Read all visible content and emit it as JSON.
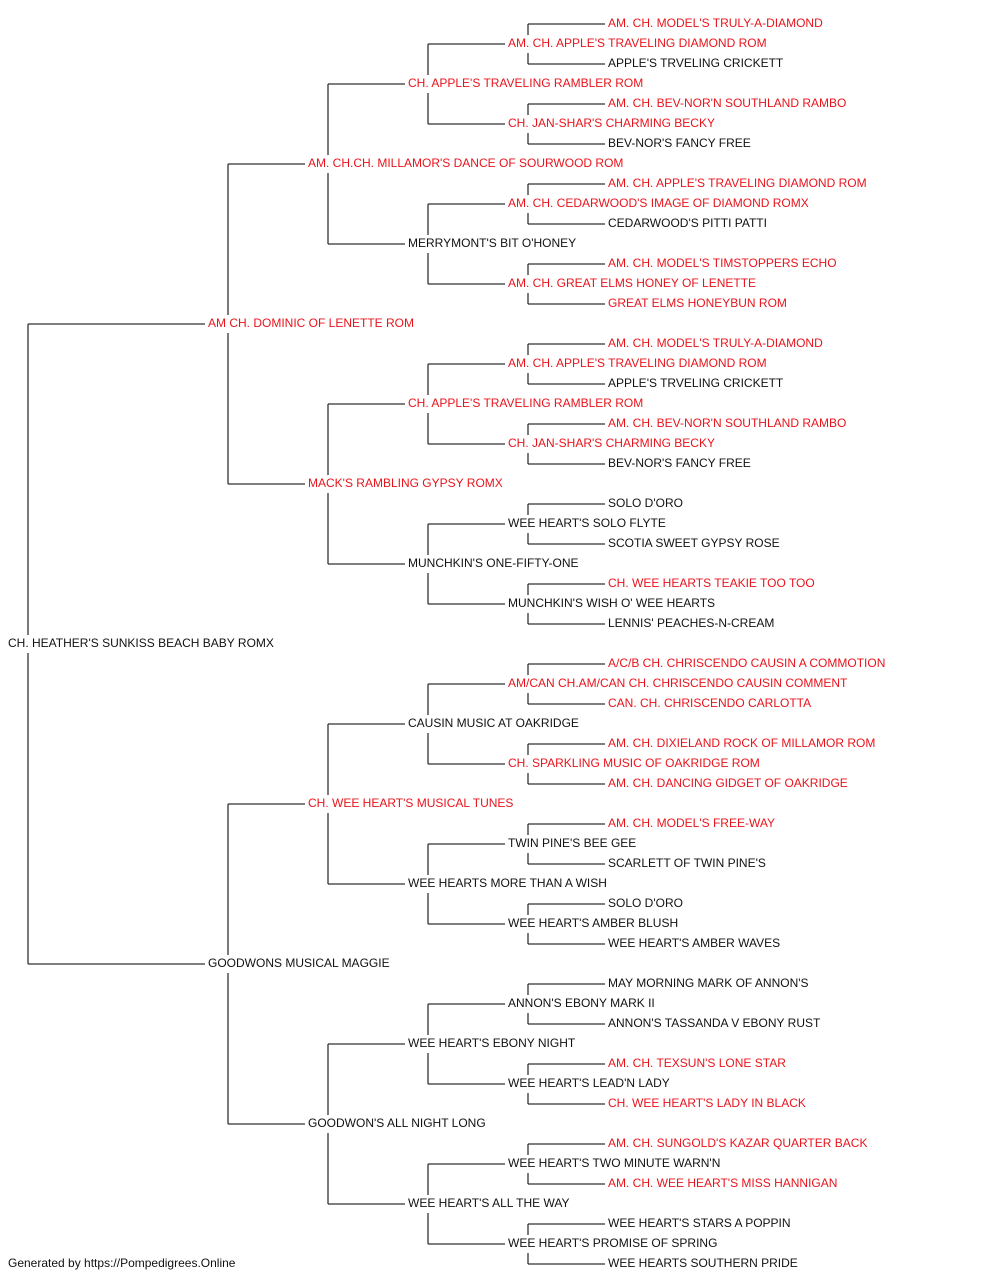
{
  "colors": {
    "champion": "#e8141c",
    "normal": "#111111",
    "connector": "#333333"
  },
  "pedigree": {
    "name": "CH. HEATHER'S SUNKISS BEACH BABY ROMX",
    "champion": false,
    "sire": {
      "name": "AM CH. DOMINIC OF LENETTE ROM",
      "champion": true,
      "sire": {
        "name": "AM. CH.CH. MILLAMOR'S DANCE OF SOURWOOD ROM",
        "champion": true,
        "sire": {
          "name": "CH. APPLE'S TRAVELING RAMBLER ROM",
          "champion": true,
          "sire": {
            "name": "AM. CH. APPLE'S TRAVELING DIAMOND ROM",
            "champion": true,
            "sire": {
              "name": "AM. CH. MODEL'S TRULY-A-DIAMOND",
              "champion": true
            },
            "dam": {
              "name": "APPLE'S TRVELING CRICKETT",
              "champion": false
            }
          },
          "dam": {
            "name": "CH. JAN-SHAR'S CHARMING BECKY",
            "champion": true,
            "sire": {
              "name": "AM. CH. BEV-NOR'N SOUTHLAND RAMBO",
              "champion": true
            },
            "dam": {
              "name": "BEV-NOR'S FANCY FREE",
              "champion": false
            }
          }
        },
        "dam": {
          "name": "MERRYMONT'S BIT O'HONEY",
          "champion": false,
          "sire": {
            "name": "AM. CH. CEDARWOOD'S IMAGE OF DIAMOND ROMX",
            "champion": true,
            "sire": {
              "name": "AM. CH. APPLE'S TRAVELING DIAMOND ROM",
              "champion": true
            },
            "dam": {
              "name": "CEDARWOOD'S PITTI PATTI",
              "champion": false
            }
          },
          "dam": {
            "name": "AM. CH. GREAT ELMS HONEY OF LENETTE",
            "champion": true,
            "sire": {
              "name": "AM. CH. MODEL'S TIMSTOPPERS ECHO",
              "champion": true
            },
            "dam": {
              "name": "GREAT ELMS HONEYBUN ROM",
              "champion": true
            }
          }
        }
      },
      "dam": {
        "name": "MACK'S RAMBLING GYPSY ROMX",
        "champion": true,
        "sire": {
          "name": "CH. APPLE'S TRAVELING RAMBLER ROM",
          "champion": true,
          "sire": {
            "name": "AM. CH. APPLE'S TRAVELING DIAMOND ROM",
            "champion": true,
            "sire": {
              "name": "AM. CH. MODEL'S TRULY-A-DIAMOND",
              "champion": true
            },
            "dam": {
              "name": "APPLE'S TRVELING CRICKETT",
              "champion": false
            }
          },
          "dam": {
            "name": "CH. JAN-SHAR'S CHARMING BECKY",
            "champion": true,
            "sire": {
              "name": "AM. CH. BEV-NOR'N SOUTHLAND RAMBO",
              "champion": true
            },
            "dam": {
              "name": "BEV-NOR'S FANCY FREE",
              "champion": false
            }
          }
        },
        "dam": {
          "name": "MUNCHKIN'S ONE-FIFTY-ONE",
          "champion": false,
          "sire": {
            "name": "WEE HEART'S SOLO FLYTE",
            "champion": false,
            "sire": {
              "name": "SOLO D'ORO",
              "champion": false
            },
            "dam": {
              "name": "SCOTIA SWEET GYPSY ROSE",
              "champion": false
            }
          },
          "dam": {
            "name": "MUNCHKIN'S WISH O' WEE HEARTS",
            "champion": false,
            "sire": {
              "name": "CH. WEE HEARTS TEAKIE TOO TOO",
              "champion": true
            },
            "dam": {
              "name": "LENNIS' PEACHES-N-CREAM",
              "champion": false
            }
          }
        }
      }
    },
    "dam": {
      "name": "GOODWONS MUSICAL MAGGIE",
      "champion": false,
      "sire": {
        "name": "CH. WEE HEART'S MUSICAL TUNES",
        "champion": true,
        "sire": {
          "name": "CAUSIN MUSIC AT OAKRIDGE",
          "champion": false,
          "sire": {
            "name": "AM/CAN CH.AM/CAN CH. CHRISCENDO CAUSIN COMMENT",
            "champion": true,
            "sire": {
              "name": "A/C/B CH. CHRISCENDO CAUSIN A COMMOTION",
              "champion": true
            },
            "dam": {
              "name": "CAN. CH. CHRISCENDO CARLOTTA",
              "champion": true
            }
          },
          "dam": {
            "name": "CH. SPARKLING MUSIC OF OAKRIDGE ROM",
            "champion": true,
            "sire": {
              "name": "AM. CH. DIXIELAND ROCK OF MILLAMOR ROM",
              "champion": true
            },
            "dam": {
              "name": "AM. CH. DANCING GIDGET OF OAKRIDGE",
              "champion": true
            }
          }
        },
        "dam": {
          "name": "WEE HEARTS MORE THAN A WISH",
          "champion": false,
          "sire": {
            "name": "TWIN PINE'S BEE GEE",
            "champion": false,
            "sire": {
              "name": "AM. CH. MODEL'S FREE-WAY",
              "champion": true
            },
            "dam": {
              "name": "SCARLETT OF TWIN PINE'S",
              "champion": false
            }
          },
          "dam": {
            "name": "WEE HEART'S AMBER BLUSH",
            "champion": false,
            "sire": {
              "name": "SOLO D'ORO",
              "champion": false
            },
            "dam": {
              "name": "WEE HEART'S AMBER WAVES",
              "champion": false
            }
          }
        }
      },
      "dam": {
        "name": "GOODWON'S ALL NIGHT LONG",
        "champion": false,
        "sire": {
          "name": "WEE HEART'S EBONY NIGHT",
          "champion": false,
          "sire": {
            "name": "ANNON'S EBONY MARK II",
            "champion": false,
            "sire": {
              "name": "MAY MORNING MARK OF ANNON'S",
              "champion": false
            },
            "dam": {
              "name": "ANNON'S TASSANDA V EBONY RUST",
              "champion": false
            }
          },
          "dam": {
            "name": "WEE HEART'S LEAD'N LADY",
            "champion": false,
            "sire": {
              "name": "AM. CH. TEXSUN'S LONE STAR",
              "champion": true
            },
            "dam": {
              "name": "CH. WEE HEART'S LADY IN BLACK",
              "champion": true
            }
          }
        },
        "dam": {
          "name": "WEE HEART'S ALL THE WAY",
          "champion": false,
          "sire": {
            "name": "WEE HEART'S TWO MINUTE WARN'N",
            "champion": false,
            "sire": {
              "name": "AM. CH. SUNGOLD'S KAZAR QUARTER BACK",
              "champion": true
            },
            "dam": {
              "name": "AM. CH. WEE HEART'S MISS HANNIGAN",
              "champion": true
            }
          },
          "dam": {
            "name": "WEE HEART'S PROMISE OF SPRING",
            "champion": false,
            "sire": {
              "name": "WEE HEART'S STARS A POPPIN",
              "champion": false
            },
            "dam": {
              "name": "WEE HEARTS SOUTHERN PRIDE",
              "champion": false
            }
          }
        }
      }
    }
  },
  "footer": {
    "text": "Generated by https://Pompedigrees.Online"
  }
}
